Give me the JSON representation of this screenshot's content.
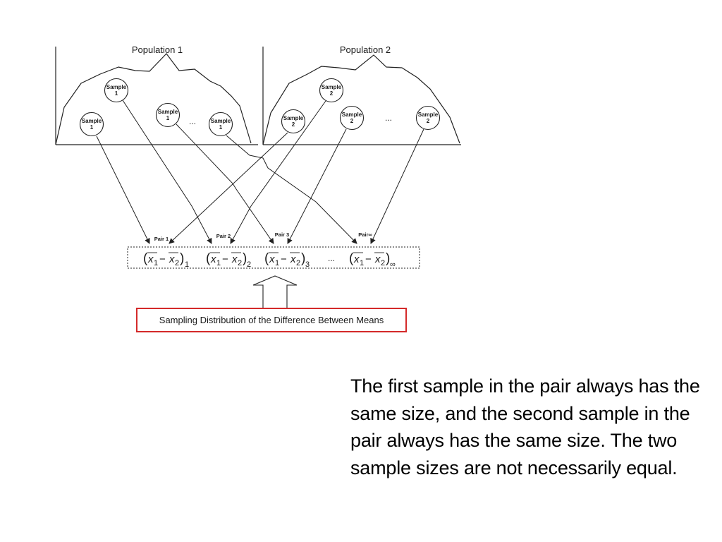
{
  "populations": [
    {
      "label": "Population 1"
    },
    {
      "label": "Population 2"
    }
  ],
  "sample_word": "Sample",
  "population1_samples": [
    "1",
    "1",
    "1",
    "1"
  ],
  "population2_samples": [
    "2",
    "2",
    "2",
    "2"
  ],
  "ellipsis": "...",
  "pairs": [
    "Pair 1",
    "Pair 2",
    "Pair 3",
    "Pair∞"
  ],
  "differences": {
    "xbar1": "x",
    "xbar2": "x",
    "sub1": "1",
    "sub2": "2",
    "minus": "−",
    "indices": [
      "1",
      "2",
      "3",
      "∞"
    ]
  },
  "sampling_distribution_label": "Sampling Distribution of the Difference Between Means",
  "note": "The first sample in the pair always has the same size, and the second sample in the pair always has the same size. The two sample sizes are not necessarily equal.",
  "colors": {
    "line": "#222222",
    "highlight_border": "#d42a2a"
  }
}
